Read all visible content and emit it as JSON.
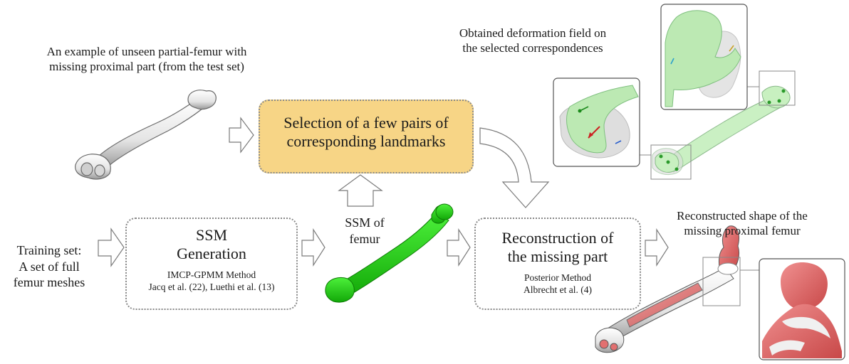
{
  "captions": {
    "partial_femur": [
      "An example of unseen partial-femur with",
      "missing proximal part (from the test set)"
    ],
    "deformation": [
      "Obtained deformation field on",
      "the selected correspondences"
    ],
    "reconstructed": [
      "Reconstructed shape of the",
      "missing proximal femur"
    ],
    "training": [
      "Training set:",
      "A set of full",
      "femur meshes"
    ],
    "ssm_femur": [
      "SSM of",
      "femur"
    ]
  },
  "boxes": {
    "selection": {
      "line1": "Selection of a few pairs of",
      "line2": "corresponding landmarks"
    },
    "ssm_generation": {
      "title1": "SSM",
      "title2": "Generation",
      "method": "IMCP-GPMM Method",
      "refs": "Jacq et al. (22), Luethi et al. (13)"
    },
    "reconstruction": {
      "title1": "Reconstruction of",
      "title2": "the missing part",
      "method": "Posterior Method",
      "refs": "Albrecht et al. (4)"
    }
  },
  "colors": {
    "selection_fill": "#f7d586",
    "selection_border": "#8a8a8a",
    "ssm_green": "#22dd10",
    "deform_green": "#b8ecb0",
    "recon_red": "#e06a6a",
    "bone_white": "#f2f2f2"
  }
}
